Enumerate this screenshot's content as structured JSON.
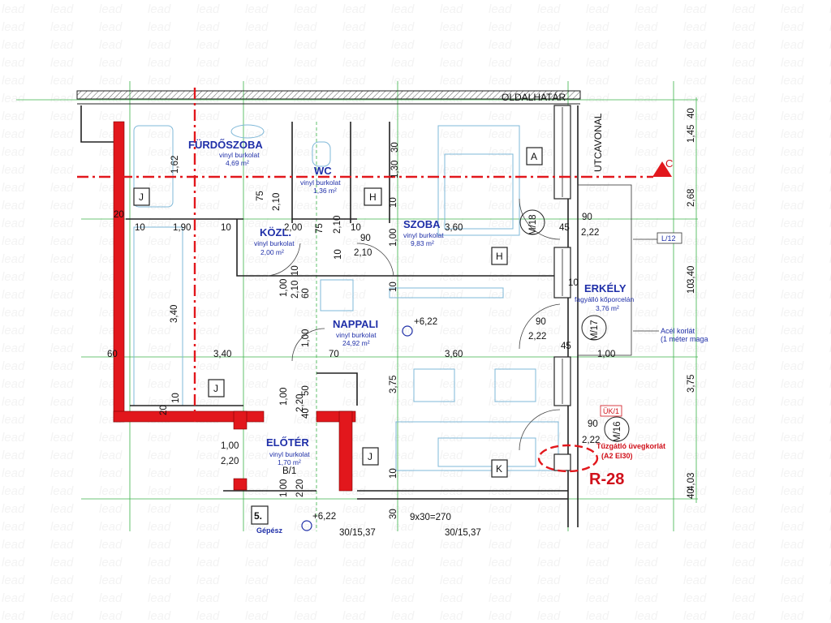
{
  "labels": {
    "oldalhatar": "OLDALHATÁR",
    "utcavonal": "UTCAVONAL",
    "section_c": "C",
    "r28": "R-28",
    "fire_glass_1": "Tűzgátló üvegkorlát",
    "fire_glass_2": "(A2 EI30)",
    "acel_1": "Acél korlát",
    "acel_2": "(1 méter maga",
    "uk1": "ÜK/1",
    "l12": "L/12",
    "gepesz": "Gépész",
    "stair_code": "5.",
    "stair_dims": "9x30=270"
  },
  "rooms": {
    "furdo": {
      "name": "FÜRDŐSZOBA",
      "floor": "vinyl burkolat",
      "area": "4,69 m²"
    },
    "wc": {
      "name": "WC",
      "floor": "vinyl burkolat",
      "area": "1,36 m²"
    },
    "kozl": {
      "name": "KÖZL.",
      "floor": "vinyl burkolat",
      "area": "2,00 m²"
    },
    "szoba": {
      "name": "SZOBA",
      "floor": "vinyl burkolat",
      "area": "9,83 m²"
    },
    "erkely": {
      "name": "ERKÉLY",
      "floor": "fagyálló kőporcelán",
      "area": "3,76 m²"
    },
    "nappali": {
      "name": "NAPPALI",
      "floor": "vinyl burkolat",
      "area": "24,92 m²"
    },
    "eloter": {
      "name": "ELŐTÉR",
      "floor": "vinyl burkolat",
      "area": "1,70 m²"
    }
  },
  "levels": {
    "main": "+6,22",
    "lower": "+6,22"
  },
  "markers": {
    "A": "A",
    "H": "H",
    "J": "J",
    "K": "K",
    "B1": "B/1"
  },
  "doors": {
    "m18": "M/18",
    "m17": "M/17",
    "m16": "M/16"
  },
  "dims": {
    "d162": "1,62",
    "d20a": "20",
    "d10a": "10",
    "d190": "1,90",
    "d10b": "10",
    "d200": "2,00",
    "d10c": "10",
    "d360a": "3,60",
    "d45a": "45",
    "d90a": "90",
    "d222a": "2,22",
    "d75a": "75",
    "d210a": "2,10",
    "d75b": "75",
    "d210b": "2,10",
    "d130": "1,30",
    "d30a": "30",
    "d10d": "10",
    "d90b": "90",
    "d210c": "2,10",
    "d100a": "1,00",
    "d10e": "10",
    "d210d": "2,10",
    "d100b": "1,00",
    "d10f": "10",
    "d60a": "60",
    "d10g": "10",
    "d340a": "3,40",
    "d60b": "60",
    "d340b": "3,40",
    "d70": "70",
    "d360b": "3,60",
    "d100c": "1,00",
    "d375a": "3,75",
    "d90c": "90",
    "d222b": "2,22",
    "d45b": "45",
    "d100d": "1,00",
    "d10h": "10",
    "d20b": "20",
    "d50": "50",
    "d220a": "2,20",
    "d100e": "1,00",
    "d40a": "40",
    "d100f": "1,00",
    "d220b": "2,20",
    "d100g": "1,00",
    "d220c": "2,20",
    "d10i": "10",
    "d90d": "90",
    "d222c": "2,22",
    "d30b": "30",
    "d10j": "10",
    "stair1": "30/15,37",
    "stair2": "30/15,37"
  },
  "side_dims": {
    "s40a": "40",
    "s145": "1,45",
    "s268": "2,68",
    "s340": "3,40",
    "s10": "10",
    "s375": "3,75",
    "s403": "4,03",
    "s40b": "40"
  },
  "watermark": "lead"
}
